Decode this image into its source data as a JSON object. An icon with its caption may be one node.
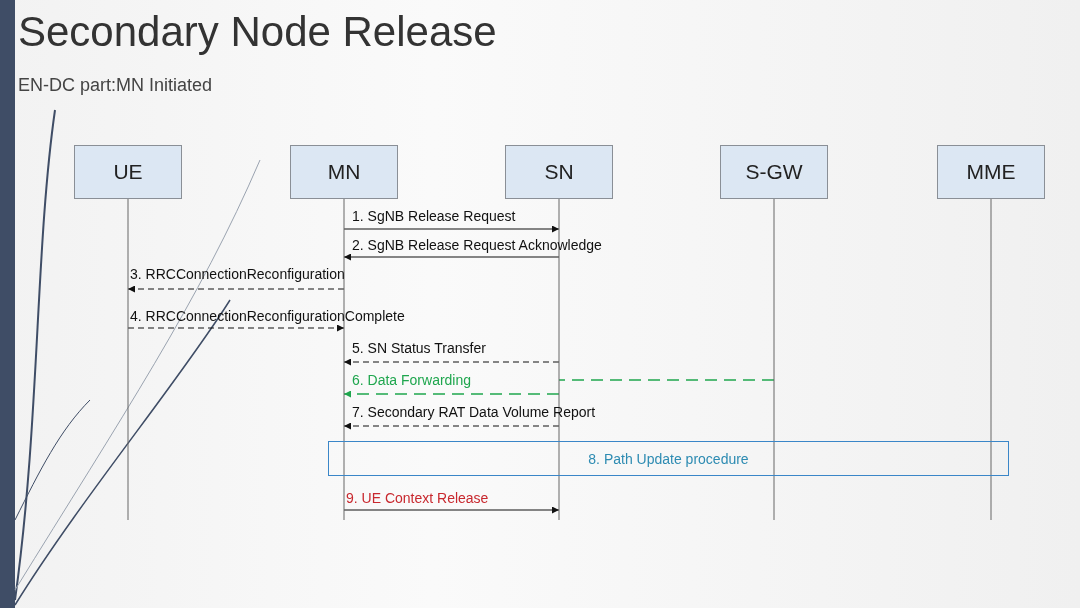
{
  "diagram": {
    "title": "Secondary Node Release",
    "caption": "EN-DC part:MN Initiated",
    "nodes": [
      {
        "text": [
          "UE"
        ]
      },
      {
        "text": [
          "MN"
        ]
      },
      {
        "text": [
          "SN"
        ]
      },
      {
        "text": [
          "S-GW"
        ]
      },
      {
        "text": [
          "MME"
        ]
      },
      {
        "text": [
          "8. Path Update procedure"
        ]
      }
    ],
    "edges": [
      {
        "from": 1,
        "to": 2,
        "arrow": "to",
        "label": "1. SgNB Release Request"
      },
      {
        "from": 2,
        "to": 1,
        "arrow": "to",
        "label": "2. SgNB Release Request Acknowledge"
      },
      {
        "from": 1,
        "to": 0,
        "arrow": "to",
        "style": "dashed",
        "label": "3. RRCConnectionReconfiguration"
      },
      {
        "from": 0,
        "to": 1,
        "arrow": "to",
        "style": "dashed",
        "label": "4. RRCConnectionReconfigurationComplete"
      },
      {
        "from": 2,
        "to": 1,
        "arrow": "to",
        "style": "dashed",
        "label": "5. SN Status Transfer"
      },
      {
        "from": 3,
        "to": 2,
        "arrow": "none",
        "style": "dashed",
        "color": "#1fa64e"
      },
      {
        "from": 2,
        "to": 1,
        "arrow": "to",
        "style": "dashed",
        "color": "#1fa64e",
        "label": "6. Data Forwarding"
      },
      {
        "from": 2,
        "to": 1,
        "arrow": "to",
        "style": "dashed",
        "label": "7. Secondary RAT Data Volume Report"
      },
      {
        "from": 1,
        "to": 2,
        "arrow": "to",
        "label": "9. UE Context Release"
      }
    ]
  }
}
